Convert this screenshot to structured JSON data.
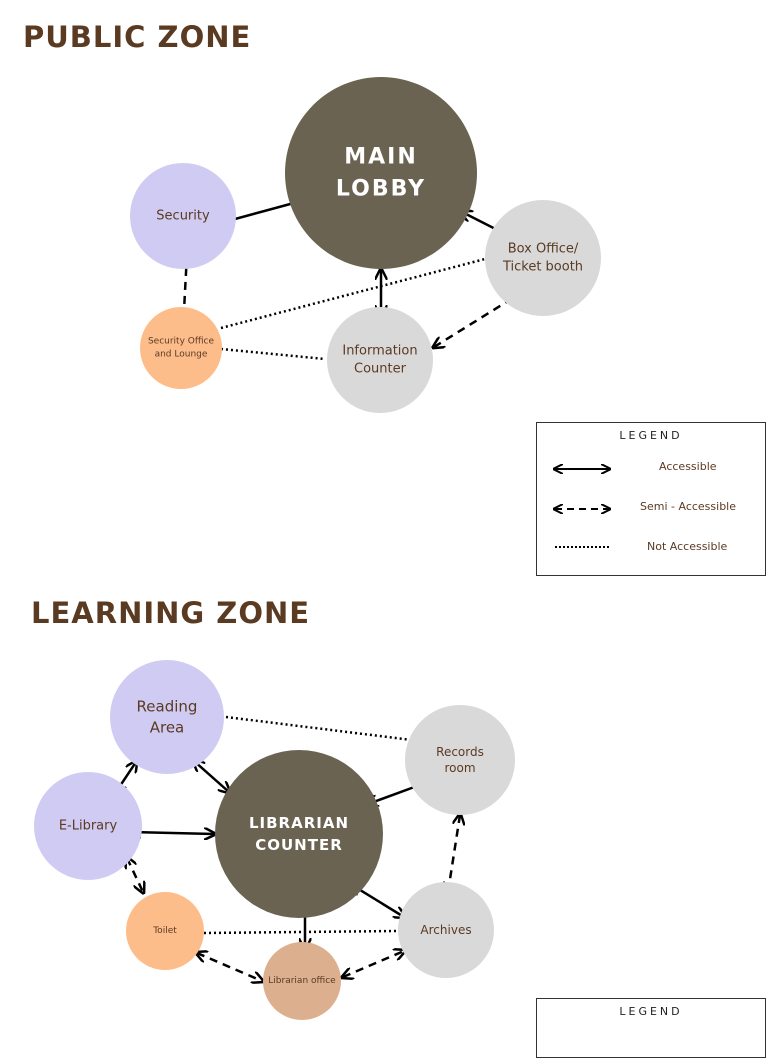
{
  "public_zone": {
    "title": "PUBLIC ZONE",
    "nodes": {
      "main_lobby": [
        "MAIN",
        "LOBBY"
      ],
      "security": [
        "Security"
      ],
      "box_office": [
        "Box Office/",
        "Ticket booth"
      ],
      "security_office": [
        "Security Office",
        "and Lounge"
      ],
      "information_counter": [
        "Information",
        "Counter"
      ]
    }
  },
  "learning_zone": {
    "title": "LEARNING ZONE",
    "nodes": {
      "reading_area": [
        "Reading",
        "Area"
      ],
      "records_room": [
        "Records",
        "room"
      ],
      "e_library": [
        "E-Library"
      ],
      "librarian_counter": [
        "LIBRARIAN",
        "COUNTER"
      ],
      "toilet": [
        "Toilet"
      ],
      "archives": [
        "Archives"
      ],
      "librarian_office": [
        "Librarian office"
      ]
    }
  },
  "legend": {
    "title": "LEGEND",
    "accessible": "Accessible",
    "semi_accessible": "Semi - Accessible",
    "not_accessible": "Not Accessible"
  },
  "colors": {
    "hub": "#6b6352",
    "lavender": "#cfcbf3",
    "grey": "#d9d9d9",
    "orange": "#fdbd8a",
    "tan": "#dcb08f",
    "title": "#5b3a22",
    "label": "#5b3a22"
  }
}
